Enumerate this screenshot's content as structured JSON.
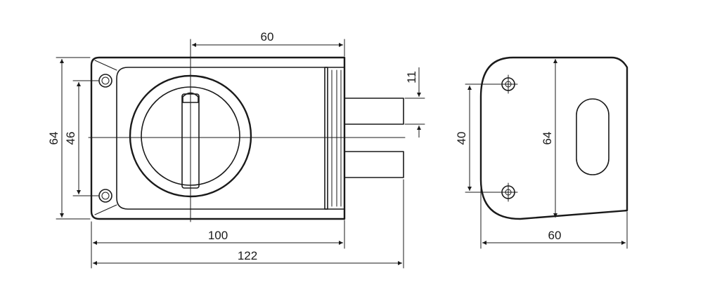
{
  "dimensions": {
    "lock_overall_width": "122",
    "lock_case_width": "100",
    "lock_top_width": "60",
    "lock_height": "64",
    "lock_hole_spacing": "46",
    "bolt_height": "11",
    "plate_hole_spacing": "40",
    "plate_height": "64",
    "plate_width": "60"
  }
}
